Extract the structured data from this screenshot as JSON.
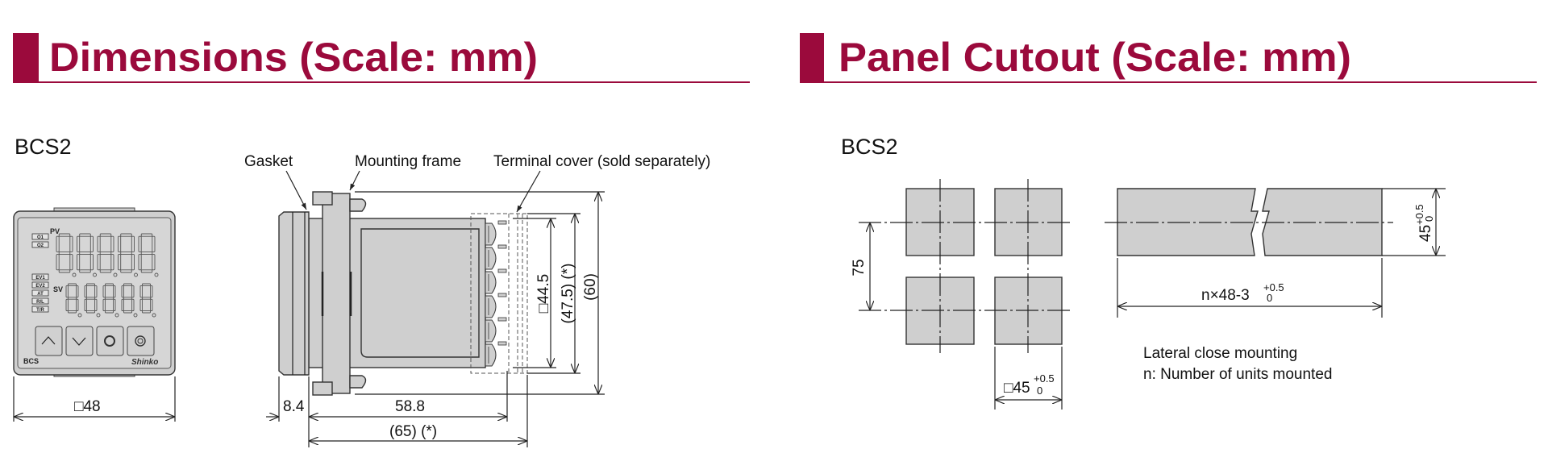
{
  "sections": {
    "dimensions_title": "Dimensions (Scale: mm)",
    "cutout_title": "Panel Cutout (Scale: mm)"
  },
  "colors": {
    "accent": "#9b0a3c",
    "part_fill": "#cfcfcf"
  },
  "dimensions": {
    "model": "BCS2",
    "callouts": {
      "gasket": "Gasket",
      "mounting_frame": "Mounting frame",
      "terminal_cover": "Terminal cover (sold separately)"
    },
    "front_panel": {
      "pv": "PV",
      "sv": "SV",
      "indicators": [
        "O1",
        "O2",
        "EV1",
        "EV2",
        "AT",
        "R/L",
        "T/R"
      ],
      "model_mark": "BCS",
      "brand": "Shinko"
    },
    "dims": {
      "front_width": "□48",
      "gasket_depth": "8.4",
      "body_depth": "58.8",
      "total_depth": "(65) (*)",
      "body_height": "□44.5",
      "cover_height": "(47.5) (*)",
      "frame_height": "(60)"
    }
  },
  "cutout": {
    "model": "BCS2",
    "pitch": "75",
    "square": {
      "main": "□45",
      "upper": "+0.5",
      "lower": "0"
    },
    "strip_height": {
      "main": "45",
      "upper": "+0.5",
      "lower": "0"
    },
    "strip_length": {
      "main": "n×48-3",
      "upper": "+0.5",
      "lower": "0"
    },
    "notes": [
      "Lateral close mounting",
      "n: Number of units mounted"
    ]
  }
}
